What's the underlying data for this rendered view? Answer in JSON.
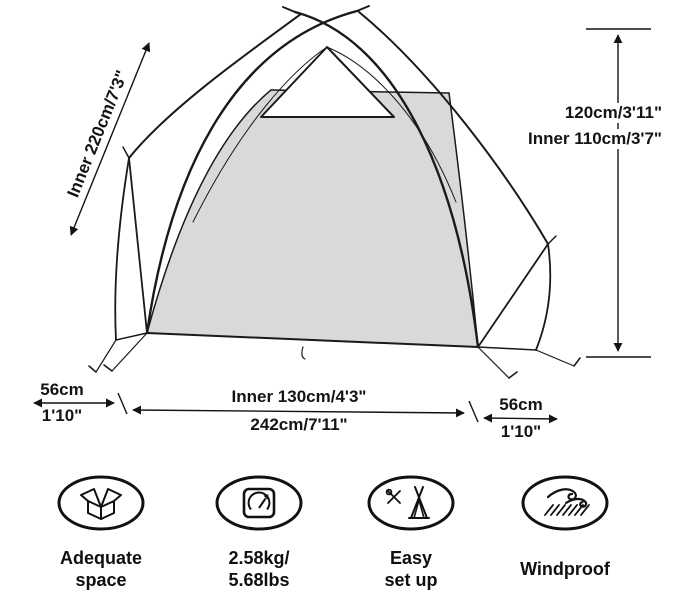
{
  "colors": {
    "panel_fill": "#d9d9d9",
    "line": "#1a1a1a"
  },
  "dimensions": {
    "inner_length": "Inner 220cm/7'3\"",
    "outer_height": "120cm/3'11\"",
    "inner_height": "Inner 110cm/3'7\"",
    "vestibule_left": {
      "metric": "56cm",
      "imperial": "1'10\""
    },
    "inner_width": "Inner 130cm/4'3\"",
    "total_width": "242cm/7'11\"",
    "vestibule_right": {
      "metric": "56cm",
      "imperial": "1'10\""
    }
  },
  "features": [
    {
      "line1": "Adequate",
      "line2": "space"
    },
    {
      "line1": "2.58kg/",
      "line2": "5.68lbs"
    },
    {
      "line1": "Easy",
      "line2": "set up"
    },
    {
      "line1": "Windproof",
      "line2": ""
    }
  ]
}
